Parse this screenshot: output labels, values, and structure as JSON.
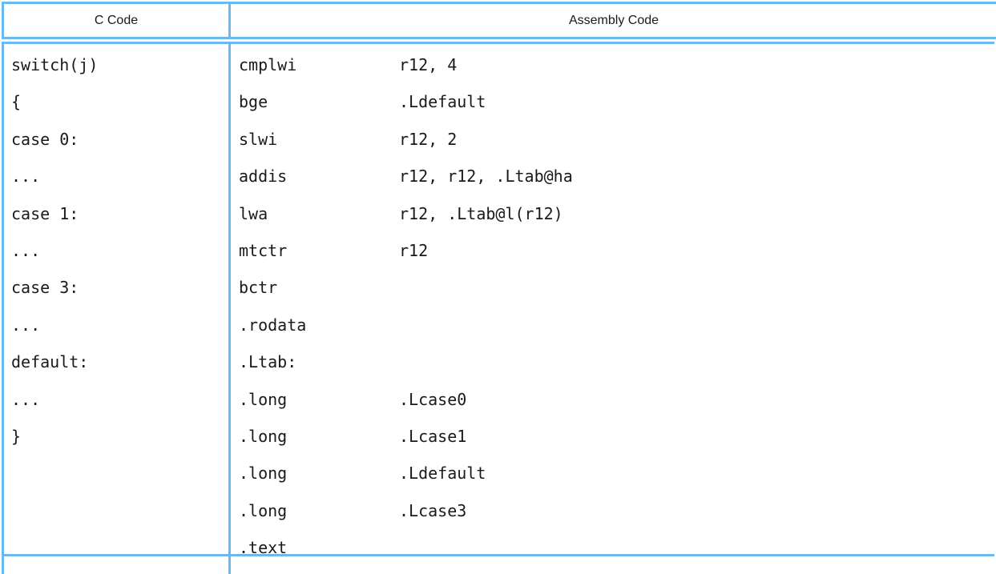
{
  "table": {
    "headers": {
      "c_code": "C Code",
      "assembly_code": "Assembly Code"
    },
    "colors": {
      "border": "#6cb9f2",
      "text": "#1a1a1a",
      "background": "#ffffff"
    },
    "c_code_lines": [
      "switch(j)",
      "{",
      "case 0:",
      "...",
      "case 1:",
      "...",
      "case 3:",
      "...",
      "default:",
      "...",
      "}"
    ],
    "assembly_lines": [
      {
        "mnemonic": "cmplwi",
        "operand": "r12, 4"
      },
      {
        "mnemonic": "bge",
        "operand": ".Ldefault"
      },
      {
        "mnemonic": "slwi",
        "operand": "r12, 2"
      },
      {
        "mnemonic": "addis",
        "operand": "r12, r12, .Ltab@ha"
      },
      {
        "mnemonic": "lwa",
        "operand": "r12, .Ltab@l(r12)"
      },
      {
        "mnemonic": "mtctr",
        "operand": "r12"
      },
      {
        "mnemonic": "bctr",
        "operand": ""
      },
      {
        "mnemonic": ".rodata",
        "operand": ""
      },
      {
        "mnemonic": ".Ltab:",
        "operand": ""
      },
      {
        "mnemonic": ".long",
        "operand": ".Lcase0"
      },
      {
        "mnemonic": ".long",
        "operand": ".Lcase1"
      },
      {
        "mnemonic": ".long",
        "operand": ".Ldefault"
      },
      {
        "mnemonic": ".long",
        "operand": ".Lcase3"
      },
      {
        "mnemonic": ".text",
        "operand": ""
      }
    ]
  }
}
